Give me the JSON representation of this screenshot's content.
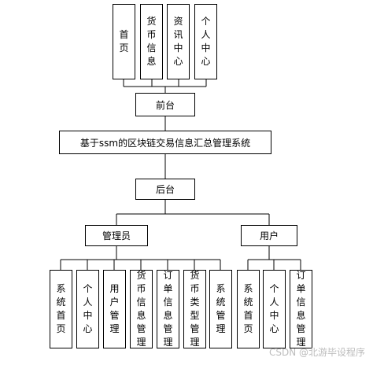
{
  "diagram": {
    "front_pages": [
      "首页",
      "货币信息",
      "资讯中心",
      "个人中心"
    ],
    "front_label": "前台",
    "system_label": "基于ssm的区块链交易信息汇总管理系统",
    "back_label": "后台",
    "admin_label": "管理员",
    "user_label": "用户",
    "admin_pages": [
      "系统首页",
      "个人中心",
      "用户管理",
      "货币信息管理",
      "订单信息管理",
      "货币类型管理",
      "系统管理"
    ],
    "user_pages": [
      "系统首页",
      "个人中心",
      "订单信息管理"
    ]
  },
  "watermark": "CSDN @北游毕设程序"
}
